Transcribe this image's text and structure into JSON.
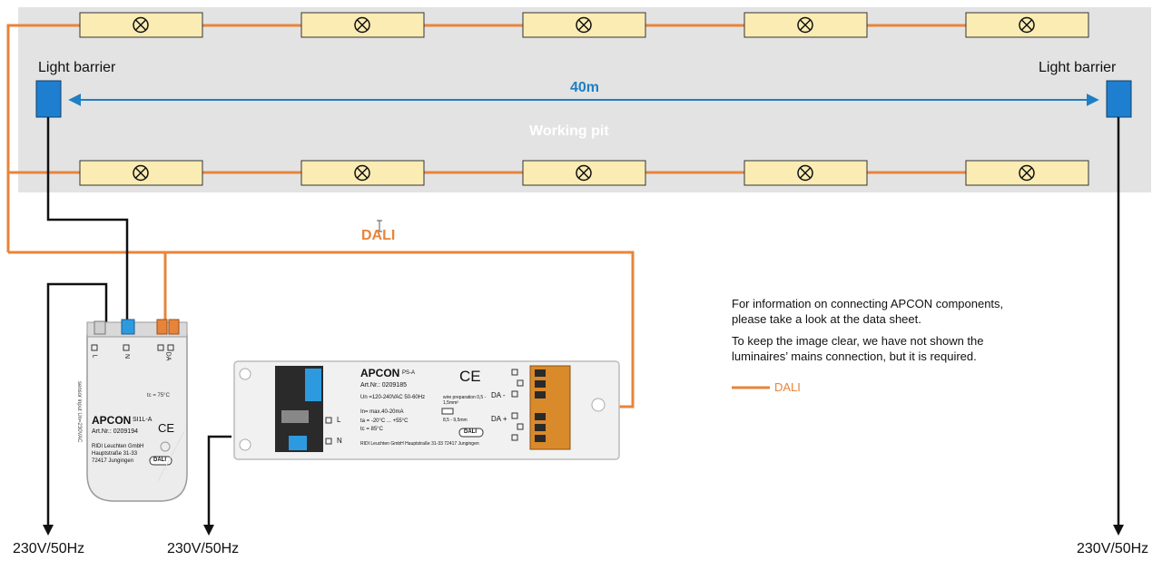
{
  "pit": {
    "label": "Working pit",
    "distance": "40m",
    "left_sensor_label": "Light barrier",
    "right_sensor_label": "Light barrier"
  },
  "bus": {
    "label": "DALI"
  },
  "mains": {
    "left1": "230V/50Hz",
    "left2": "230V/50Hz",
    "right": "230V/50Hz"
  },
  "sensor_module": {
    "brand": "APCON",
    "model": "SI1L-A",
    "art_nr": "Art.Nr.: 0209194",
    "tc": "tc = 75°C",
    "vertical_text": "sensor input  Un=230VAC",
    "company": [
      "RIDI Leuchten GmbH",
      "Hauptstraße 31-33",
      "72417 Jungingen"
    ],
    "terminal_labels": [
      "L",
      "N",
      "DA"
    ],
    "dali_logo": "DALI",
    "ce": "CE"
  },
  "power_supply": {
    "brand": "APCON",
    "model": "PS-A",
    "art_nr": "Art.Nr.: 0209185",
    "un": "Un =120-240VAC 50-60Hz",
    "in": "In= max.40-20mA",
    "ta": "ta = -20°C ... +55°C",
    "tc": "tc = 85°C",
    "wire": "wire preparation 0,5 - 1,5mm²",
    "strip": "8,5 - 9,5mm",
    "company": "RIDI Leuchten GmbH  Hauptstraße 31-33  72417 Jungingen",
    "terminal_L": "L",
    "terminal_N": "N",
    "da_minus": "DA -",
    "da_plus": "DA +",
    "dali_logo": "DALI",
    "ce": "CE"
  },
  "info": {
    "line1": "For information on connecting APCON components,",
    "line2": "please take a look at the data sheet.",
    "line3": "To keep the image clear, we have not shown the",
    "line4": "luminaires’ mains connection, but it is required.",
    "legend_label": "DALI"
  },
  "colors": {
    "dali": "#e8843a",
    "pit": "#e3e3e3",
    "luminaire": "#fbecb4",
    "sensor": "#1e7fd0",
    "distance": "#1f7fc4",
    "wire": "#111111"
  }
}
